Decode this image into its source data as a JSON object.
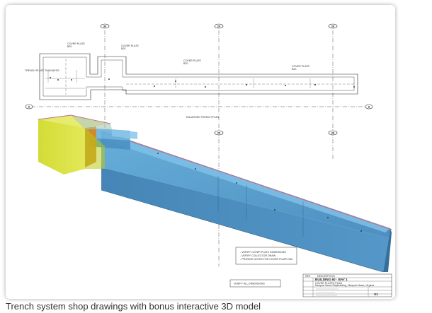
{
  "caption": "Trench system shop drawings with bonus interactive 3D model",
  "grid": {
    "g1": "30",
    "g2": "29",
    "g3": "28",
    "ga": "A"
  },
  "plan": {
    "cover_plate": "COVER PLATE",
    "cover_plate_code": "B20",
    "plan_title": "ENLARGED TRENCH PLAN",
    "side_note": "TRENCH PLATE THICKNESS"
  },
  "notes": {
    "line1": "- VERIFY COVER PLATE DIMENSIONS",
    "line2": "- VERIFY COLLECTOR DRAIN",
    "line3": "- PROVIDE NOTES FOR COVER PLATE DIM.",
    "verify": "VERIFY ALL DIMENSIONS"
  },
  "title_block": {
    "building": "BUILDING 60 · BAY 1",
    "row_drawn": "COVER PLATES PLAN",
    "project": "Newport News Shipbuilding, Newport News, Virginia",
    "rev": "REV",
    "description": "DESCRIPTION",
    "sheet": "S1"
  },
  "colors": {
    "pit_yellow": "#d8e21e",
    "pit_orange": "#d4881c",
    "trench_blue": "#4a95c8",
    "rim_pink": "#c0708a"
  }
}
